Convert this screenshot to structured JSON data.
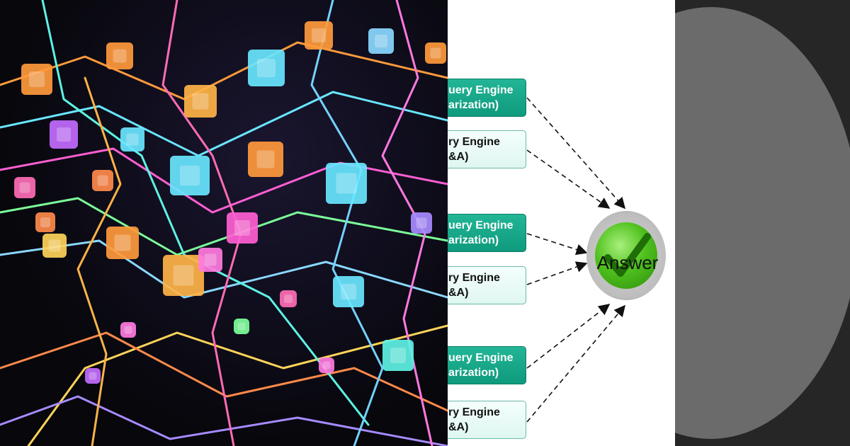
{
  "diagram": {
    "boxes": [
      {
        "line1": "uery Engine",
        "line2": "arization)",
        "style": "teal"
      },
      {
        "line1": "ry Engine",
        "line2": "&A)",
        "style": "light"
      },
      {
        "line1": "uery Engine",
        "line2": "arization)",
        "style": "teal"
      },
      {
        "line1": "ry Engine",
        "line2": "&A)",
        "style": "light"
      },
      {
        "line1": "uery Engine",
        "line2": "arization)",
        "style": "teal"
      },
      {
        "line1": "ry Engine",
        "line2": "&A)",
        "style": "light"
      }
    ],
    "answer_label": "Answer"
  },
  "colors": {
    "teal_box": "#1aa889",
    "light_box": "#e9f9f5",
    "answer_green": "#4fc11d",
    "background_dark": "#07070c",
    "right_disc": "#6b6b6b"
  }
}
